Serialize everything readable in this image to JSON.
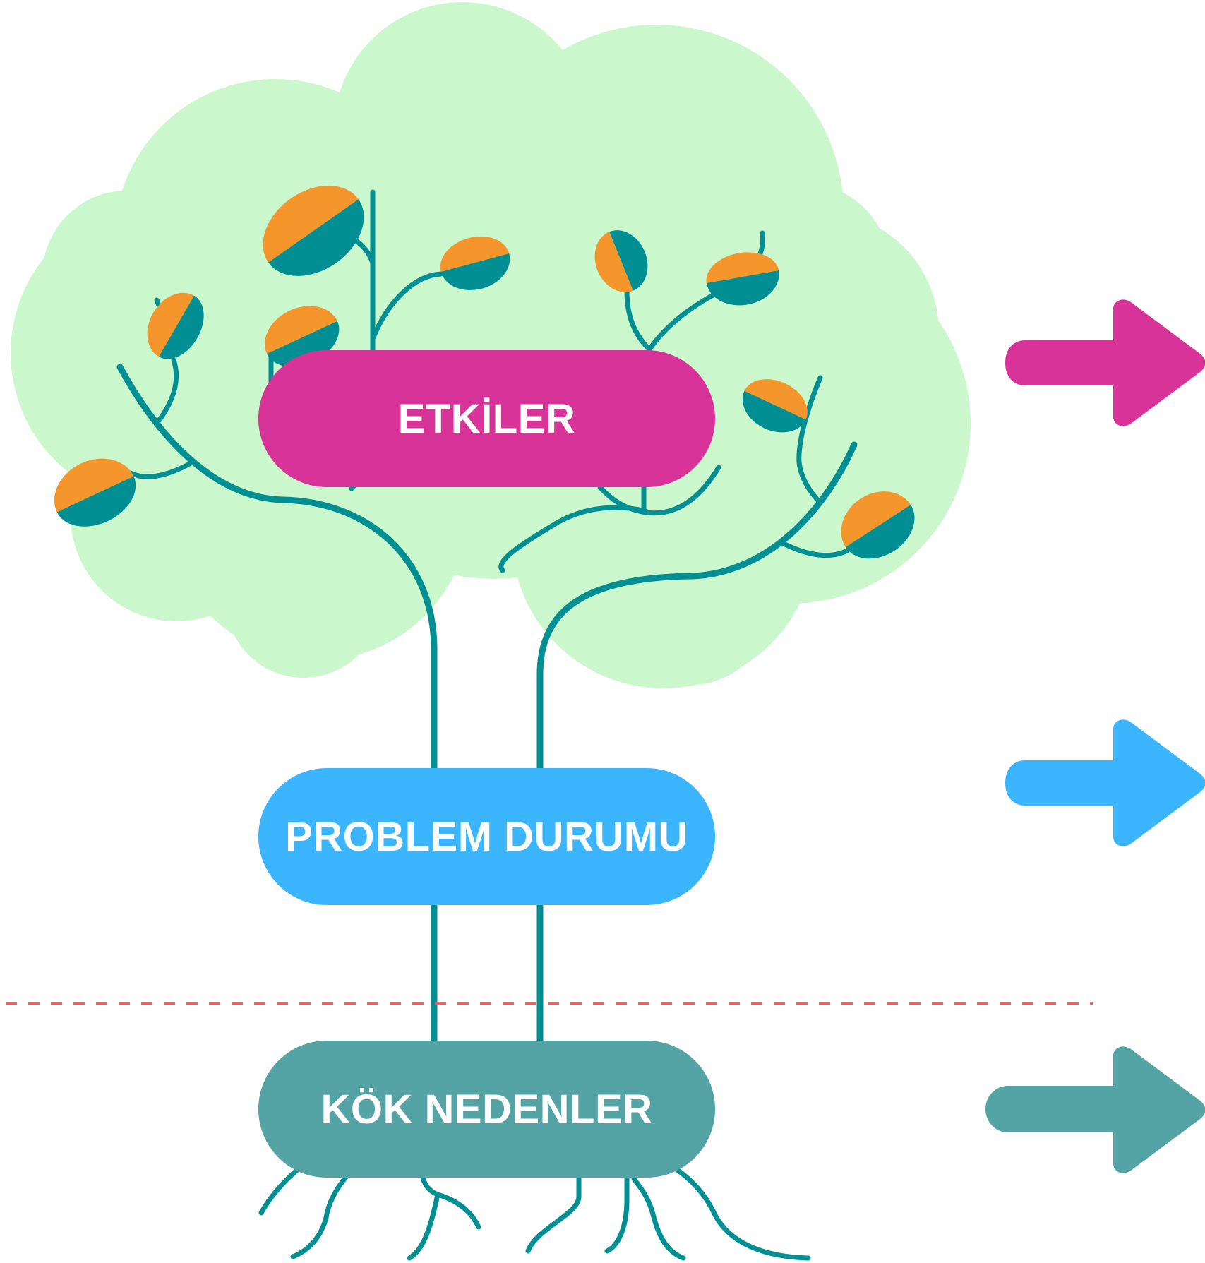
{
  "colors": {
    "canopy": "#cbf7cc",
    "branch": "#018f93",
    "leaf_orange": "#f4962b",
    "leaf_teal": "#018f93",
    "effects": "#d83398",
    "problem": "#3ab5fe",
    "roots": "#54a3a5",
    "divider": "#e26464"
  },
  "labels": {
    "effects": "ETKİLER",
    "problem": "PROBLEM DURUMU",
    "roots": "KÖK NEDENLER"
  },
  "icons": [
    "arrow-right-icon",
    "arrow-right-icon",
    "arrow-right-icon"
  ]
}
